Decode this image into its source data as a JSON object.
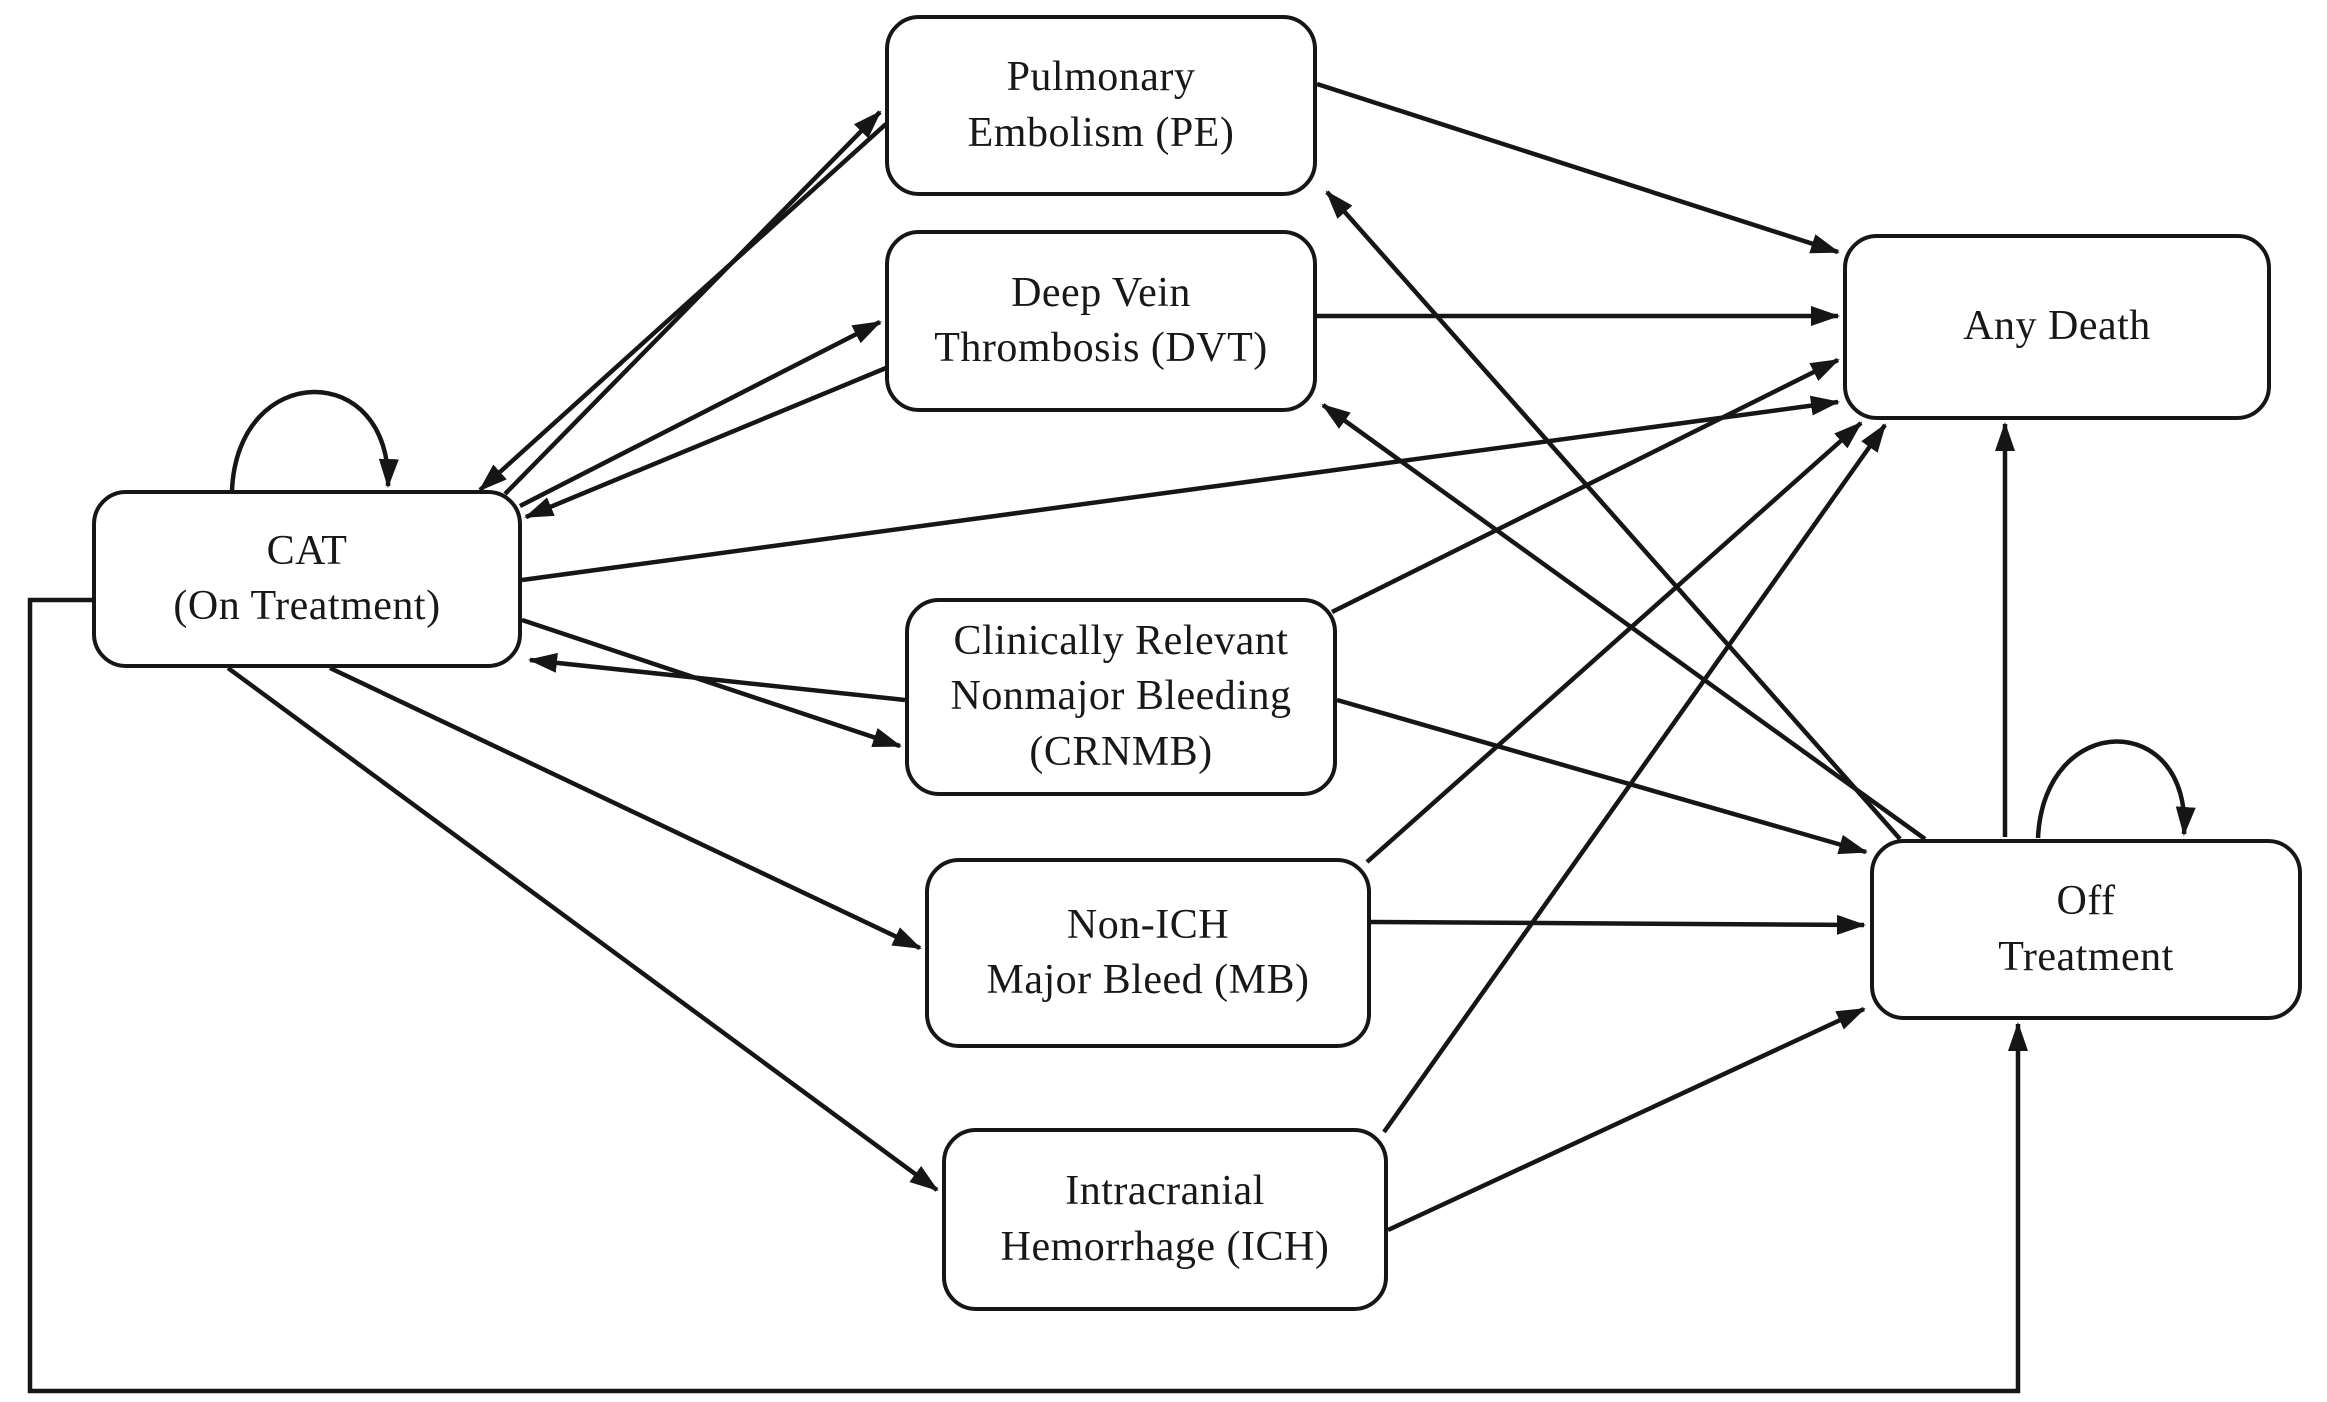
{
  "diagram": {
    "background_color": "#ffffff",
    "line_color": "#161616",
    "box_fill": "#ffffff",
    "box_border_color": "#161616",
    "nodes": {
      "pe": {
        "lines": [
          "Pulmonary",
          "Embolism (PE)"
        ]
      },
      "dvt": {
        "lines": [
          "Deep Vein",
          "Thrombosis (DVT)"
        ]
      },
      "any_death": {
        "lines": [
          "Any Death"
        ]
      },
      "cat": {
        "lines": [
          "CAT",
          "(On Treatment)"
        ]
      },
      "crnmb": {
        "lines": [
          "Clinically Relevant",
          "Nonmajor Bleeding",
          "(CRNMB)"
        ]
      },
      "mb": {
        "lines": [
          "Non-ICH",
          "Major Bleed (MB)"
        ]
      },
      "ich": {
        "lines": [
          "Intracranial",
          "Hemorrhage (ICH)"
        ]
      },
      "off_treatment": {
        "lines": [
          "Off",
          "Treatment"
        ]
      }
    },
    "edges": [
      {
        "from": "cat",
        "to": "cat",
        "type": "self-loop"
      },
      {
        "from": "off_treatment",
        "to": "off_treatment",
        "type": "self-loop"
      },
      {
        "from": "cat",
        "to": "pe",
        "type": "transition"
      },
      {
        "from": "pe",
        "to": "cat",
        "type": "transition"
      },
      {
        "from": "cat",
        "to": "dvt",
        "type": "transition"
      },
      {
        "from": "dvt",
        "to": "cat",
        "type": "transition"
      },
      {
        "from": "cat",
        "to": "crnmb",
        "type": "transition"
      },
      {
        "from": "crnmb",
        "to": "cat",
        "type": "transition"
      },
      {
        "from": "cat",
        "to": "mb",
        "type": "transition"
      },
      {
        "from": "cat",
        "to": "ich",
        "type": "transition"
      },
      {
        "from": "cat",
        "to": "any_death",
        "type": "transition"
      },
      {
        "from": "cat",
        "to": "off_treatment",
        "type": "routed-transition"
      },
      {
        "from": "pe",
        "to": "any_death",
        "type": "transition"
      },
      {
        "from": "dvt",
        "to": "any_death",
        "type": "transition"
      },
      {
        "from": "crnmb",
        "to": "any_death",
        "type": "transition"
      },
      {
        "from": "mb",
        "to": "any_death",
        "type": "transition"
      },
      {
        "from": "ich",
        "to": "any_death",
        "type": "transition"
      },
      {
        "from": "off_treatment",
        "to": "any_death",
        "type": "transition"
      },
      {
        "from": "crnmb",
        "to": "off_treatment",
        "type": "transition"
      },
      {
        "from": "mb",
        "to": "off_treatment",
        "type": "transition"
      },
      {
        "from": "ich",
        "to": "off_treatment",
        "type": "transition"
      },
      {
        "from": "off_treatment",
        "to": "pe",
        "type": "transition"
      },
      {
        "from": "off_treatment",
        "to": "dvt",
        "type": "transition"
      }
    ]
  }
}
